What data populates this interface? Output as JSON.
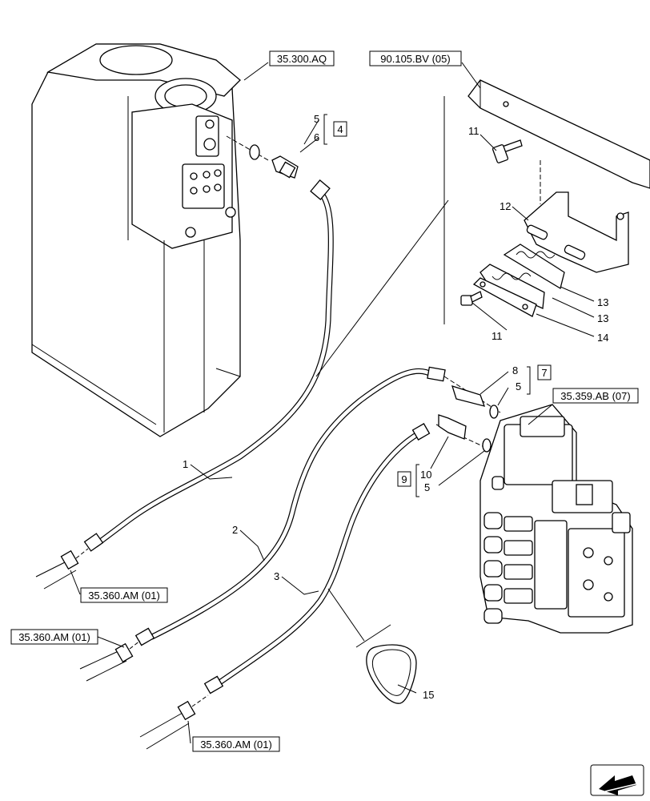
{
  "refs": {
    "tank": "35.300.AQ",
    "bracket": "90.105.BV (05)",
    "valve": "35.359.AB (07)",
    "pipe_a": "35.360.AM (01)",
    "pipe_b": "35.360.AM (01)",
    "pipe_c": "35.360.AM (01)"
  },
  "groups": {
    "g4": "4",
    "g7": "7",
    "g9": "9"
  },
  "callouts": {
    "n1": "1",
    "n2": "2",
    "n3": "3",
    "n5a": "5",
    "n6": "6",
    "n8": "8",
    "n5b": "5",
    "n10": "10",
    "n5c": "5",
    "n11a": "11",
    "n12": "12",
    "n13a": "13",
    "n13b": "13",
    "n11b": "11",
    "n14": "14",
    "n15": "15"
  },
  "icons": {
    "nav": "arrow-icon"
  }
}
